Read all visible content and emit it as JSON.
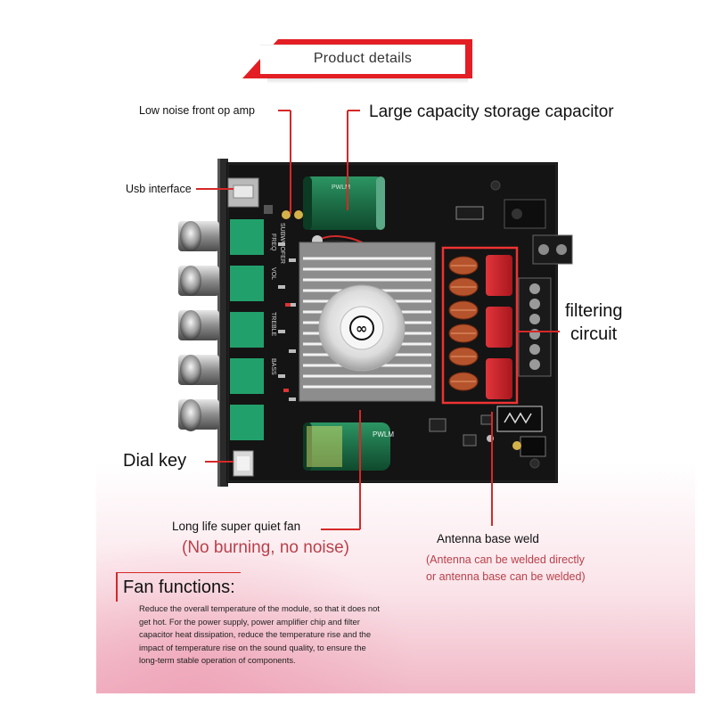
{
  "header": {
    "title": "Product details"
  },
  "labels": {
    "op_amp": "Low noise front op amp",
    "capacitor": "Large capacity storage capacitor",
    "usb": "Usb interface",
    "filtering_line1": "filtering",
    "filtering_line2": "circuit",
    "dial_key": "Dial key",
    "fan": "Long life super quiet fan",
    "fan_sub": "(No burning, no noise)",
    "antenna": "Antenna base weld",
    "antenna_sub_line1": "(Antenna can be welded directly",
    "antenna_sub_line2": "or antenna base can be welded)"
  },
  "board_text": {
    "cap_top": "PWLM",
    "cap_bottom": "PWLM",
    "silk_1": "FREQ",
    "silk_2": "SUBWOOFER",
    "silk_3": "VOL",
    "silk_4": "TREBLE",
    "silk_5": "BASS"
  },
  "fan_functions": {
    "title": "Fan functions:",
    "body": "Reduce the overall temperature of the module, so that it does not get hot. For the power supply, power amplifier chip and filter capacitor heat dissipation, reduce the temperature rise and the impact of temperature rise on the sound quality, to ensure the long-term stable operation of components."
  },
  "colors": {
    "accent_red": "#e31e24",
    "leader_line": "#d62828",
    "pcb": "#141414",
    "capacitor": "#1f7a4f",
    "filter_cap": "#c8262d",
    "inductor": "#b5542c"
  }
}
